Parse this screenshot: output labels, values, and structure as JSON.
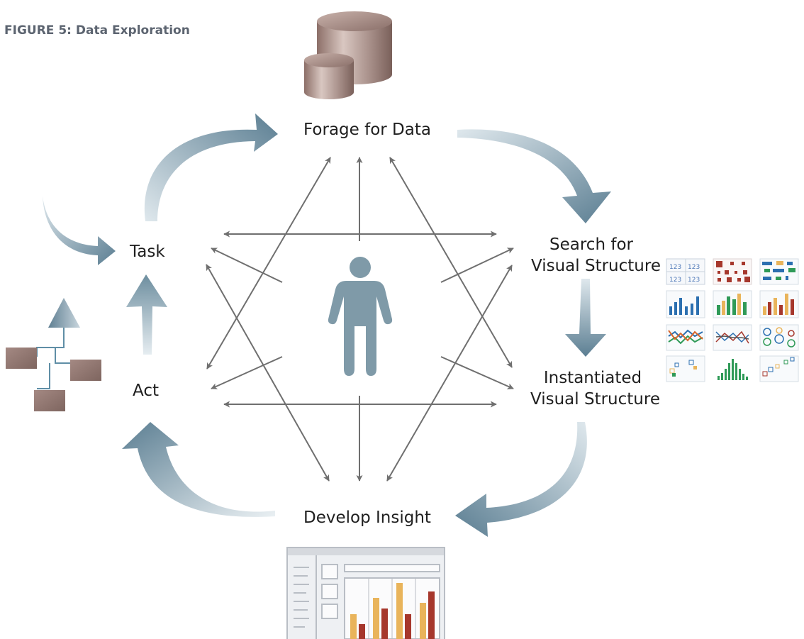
{
  "figure": {
    "title": "FIGURE 5: Data Exploration"
  },
  "nodes": {
    "forage": "Forage for Data",
    "search_line1": "Search for",
    "search_line2": "Visual Structure",
    "instantiated_line1": "Instantiated",
    "instantiated_line2": "Visual Structure",
    "develop": "Develop Insight",
    "task": "Task",
    "act": "Act"
  },
  "icons": {
    "database": "database-cylinders-icon",
    "person": "person-icon",
    "hierarchy": "hierarchy-diagram-icon",
    "chart_thumbnails": "chart-thumbnail-grid-icon",
    "dashboard": "dashboard-window-icon",
    "thumb_labels": [
      "123",
      "123",
      "123",
      "123"
    ]
  },
  "colors": {
    "flow_arrow_dark": "#5f8194",
    "flow_arrow_light": "#d7e2e8",
    "connector": "#6f6f6f",
    "person": "#7f9aa8",
    "db_body": "#a48b84",
    "bar_gold": "#e9b45b",
    "bar_red": "#a6372c",
    "bar_green": "#2f9a57",
    "bar_blue": "#2b6fb0"
  }
}
